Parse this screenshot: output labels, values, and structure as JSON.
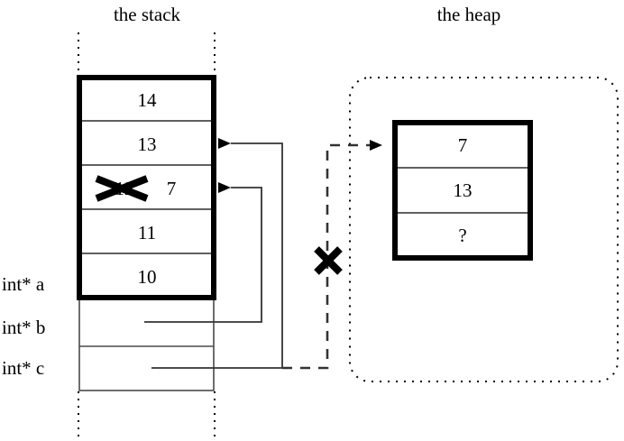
{
  "diagram": {
    "title_stack": "the stack",
    "title_heap": "the heap",
    "stack": {
      "frame_cells": [
        {
          "value": "14"
        },
        {
          "value": "13"
        },
        {
          "value": "12",
          "struck_out": true,
          "replacement": "7"
        },
        {
          "value": "11"
        },
        {
          "value": "10"
        }
      ],
      "pointer_rows": [
        {
          "label": "int* a"
        },
        {
          "label": "int* b"
        },
        {
          "label": "int* c"
        }
      ]
    },
    "heap": {
      "cells": [
        {
          "value": "7"
        },
        {
          "value": "13"
        },
        {
          "value": "?"
        }
      ]
    },
    "annotations": {
      "invalid_pointer_mark": "X",
      "struck_value_mark": "X"
    },
    "colors": {
      "ink": "#000000",
      "background": "#ffffff",
      "thin_rule": "#555555"
    }
  }
}
